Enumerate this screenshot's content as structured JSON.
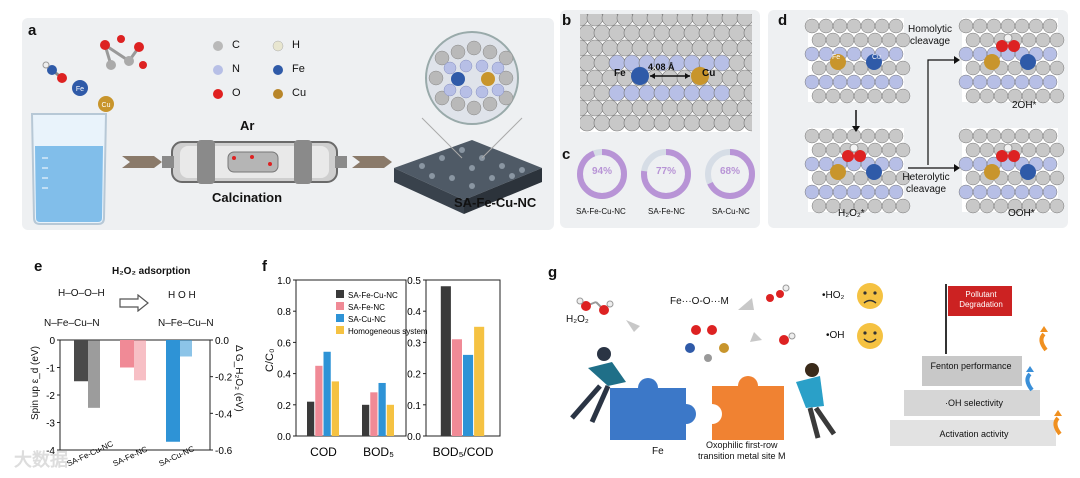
{
  "panels": {
    "a": {
      "letter": "a",
      "legend": [
        {
          "symbol": "C",
          "color": "#b9b9b9"
        },
        {
          "symbol": "H",
          "color": "#e8e6d0"
        },
        {
          "symbol": "N",
          "color": "#b7bfe6"
        },
        {
          "symbol": "Fe",
          "color": "#2f5aa8"
        },
        {
          "symbol": "O",
          "color": "#e02020"
        },
        {
          "symbol": "Cu",
          "color": "#b8862a"
        }
      ],
      "gas": "Ar",
      "process": "Calcination",
      "product": "SA-Fe-Cu-NC",
      "metals": [
        "Fe",
        "Cu"
      ]
    },
    "b": {
      "letter": "b",
      "atom_left": "Fe",
      "atom_right": "Cu",
      "distance": "4.08 Å"
    },
    "c": {
      "letter": "c",
      "rings": [
        {
          "value": "94%",
          "label": "SA-Fe-Cu-NC",
          "fraction": 0.94
        },
        {
          "value": "77%",
          "label": "SA-Fe-NC",
          "fraction": 0.77
        },
        {
          "value": "68%",
          "label": "SA-Cu-NC",
          "fraction": 0.68
        }
      ]
    },
    "d": {
      "letter": "d",
      "homolytic": "Homolytic cleavage",
      "heterolytic": "Heterolytic cleavage",
      "start": "H₂O₂*",
      "product_top": "2OH*",
      "product_bottom": "OOH*",
      "atom_fe": "Fe",
      "atom_cu": "Cu"
    },
    "e": {
      "letter": "e",
      "title": "H₂O₂ adsorption",
      "left_axis": "Spin up ε_d (eV)",
      "right_axis": "Δ G_H₂O₂ (eV)",
      "left_ticks": [
        "0",
        "-1",
        "-2",
        "-3",
        "-4"
      ],
      "right_ticks": [
        "0.0",
        "-0.2",
        "-0.4",
        "-0.6"
      ],
      "categories": [
        "SA-Fe-Cu-NC",
        "SA-Fe-NC",
        "SA-Cu-NC"
      ],
      "colors": [
        "#4a4a4a",
        "#f08a96",
        "#2e93d6"
      ],
      "formula_left": "N–Fe–Cu–N",
      "formula_right": "N–Fe–Cu–N",
      "formula_top_left": "H–O–O–H",
      "formula_top_right": "H O H"
    },
    "f": {
      "letter": "f",
      "ylabel": "C/C₀"
    },
    "g": {
      "letter": "g",
      "h2o2": "H₂O₂",
      "center_label": "Fe···O-O···M",
      "ho2": "•HO₂",
      "oh": "•OH",
      "fe_label": "Fe",
      "metal_label_1": "Oxophilic first-row",
      "metal_label_2": "transition metal site M",
      "pyramid": [
        "Fenton performance",
        "·OH selectivity",
        "Activation activity"
      ],
      "flag": "Pollutant Degradation"
    },
    "watermark": "大数据"
  },
  "chart_data": [
    {
      "type": "bar",
      "panel": "e",
      "title": "H₂O₂ adsorption",
      "categories": [
        "SA-Fe-Cu-NC",
        "SA-Fe-NC",
        "SA-Cu-NC"
      ],
      "series": [
        {
          "name": "Spin up ε_d",
          "values": [
            -1.5,
            -1.0,
            -3.7
          ]
        },
        {
          "name": "Δ G_H₂O₂",
          "values": [
            -0.37,
            -0.22,
            -0.09
          ]
        }
      ],
      "ylim_left": [
        -4,
        0
      ],
      "ylim_right": [
        -0.6,
        0.0
      ],
      "ylabel": "Spin up ε_d (eV)",
      "ylabel_right": "Δ G_H₂O₂ (eV)"
    },
    {
      "type": "bar",
      "panel": "f",
      "ylabel": "C/C₀",
      "groups": [
        {
          "categories": [
            "COD",
            "BOD₅"
          ],
          "ylim": [
            0,
            1.0
          ],
          "ticks": [
            "0.0",
            "0.2",
            "0.4",
            "0.6",
            "0.8",
            "1.0"
          ],
          "series": [
            {
              "name": "SA-Fe-Cu-NC",
              "color": "#3a3a3a",
              "values": [
                0.22,
                0.2
              ]
            },
            {
              "name": "SA-Fe-NC",
              "color": "#f08a96",
              "values": [
                0.45,
                0.28
              ]
            },
            {
              "name": "SA-Cu-NC",
              "color": "#2e93d6",
              "values": [
                0.54,
                0.34
              ]
            },
            {
              "name": "Homogeneous system",
              "color": "#f5c242",
              "values": [
                0.35,
                0.2
              ]
            }
          ]
        },
        {
          "categories": [
            "BOD₅/COD"
          ],
          "ylim": [
            0,
            0.5
          ],
          "ticks": [
            "0.0",
            "0.1",
            "0.2",
            "0.3",
            "0.4",
            "0.5"
          ],
          "series": [
            {
              "name": "SA-Fe-Cu-NC",
              "color": "#3a3a3a",
              "values": [
                0.48
              ]
            },
            {
              "name": "SA-Fe-NC",
              "color": "#f08a96",
              "values": [
                0.31
              ]
            },
            {
              "name": "SA-Cu-NC",
              "color": "#2e93d6",
              "values": [
                0.26
              ]
            },
            {
              "name": "Homogeneous system",
              "color": "#f5c242",
              "values": [
                0.35
              ]
            }
          ]
        }
      ],
      "legend": [
        "SA-Fe-Cu-NC",
        "SA-Fe-NC",
        "SA-Cu-NC",
        "Homogeneous system"
      ]
    }
  ]
}
